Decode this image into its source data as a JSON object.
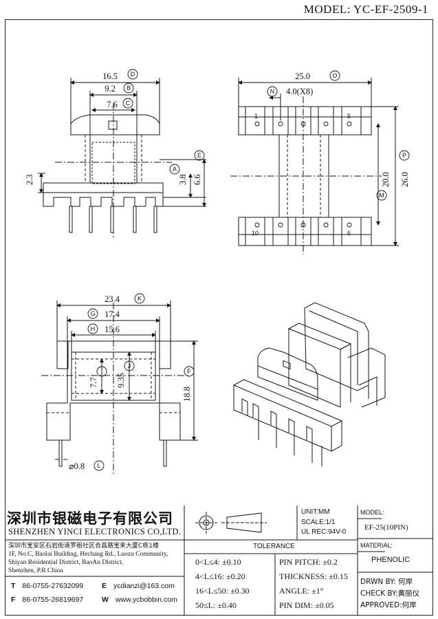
{
  "header": {
    "model_title": "MODEL: YC-EF-2509-1"
  },
  "dimensions": {
    "d_d": "16.5",
    "d_b": "9.2",
    "d_c": "7.6",
    "d_a": "3.8",
    "d_e": "6.6",
    "d_23": "2.3",
    "d_o": "25.0",
    "d_n": "4.0(X8)",
    "d_p": "26.0",
    "d_m": "20.0",
    "d_k": "23.4",
    "d_g": "17.4",
    "d_h": "15.6",
    "d_i": "7.7",
    "d_j": "9.35",
    "d_f": "18.8",
    "d_l": "⌀0.8"
  },
  "markers": {
    "A": "A",
    "B": "B",
    "C": "C",
    "D": "D",
    "E": "E",
    "F": "F",
    "G": "G",
    "H": "H",
    "I": "I",
    "J": "J",
    "K": "K",
    "L": "L",
    "M": "M",
    "N": "N",
    "O": "O",
    "P": "P"
  },
  "pins": {
    "p1": "1",
    "p5": "5",
    "p10": "10",
    "p6": "6"
  },
  "titleblock": {
    "company_cn": "深圳市银磁电子有限公司",
    "company_en": "SHENZHEN YINCI ELECTRONICS CO,LTD.",
    "address": [
      "深圳市宝安区石岩街道罗租社区合昌路宝来大厦C栋1楼",
      "1F, No.C, Baolai Building, Hechang Rd., Luozu Community,",
      "Shiyan Residential District, BaoAn District,",
      "Shenzhen, P.R.China"
    ],
    "tel_letter": "T",
    "tel": "86-0755-27632099",
    "fax_letter": "F",
    "fax": "86-0755-26819697",
    "email_letter": "E",
    "email": "ycdianzi@163.com",
    "web_letter": "W",
    "web": "www.ycbobbin.com",
    "unit": "UNIT:MM",
    "scale": "SCALE:1/1",
    "ul_rec": "UL REC:94V-0",
    "model_label": "MODEL:",
    "model_value": "EF-25(10PIN)",
    "material_label": "MATERIAL:",
    "material_value": "PHENOLIC",
    "tolerance_title": "TOLERANCE",
    "tol_left": [
      "0<L≤4: ±0.10",
      "4<L≤16: ±0.20",
      "16<L≤50: ±0.30",
      "50≤L: ±0.40"
    ],
    "tol_right": [
      "PIN PITCH: ±0.2",
      "THICKNESS: ±0.15",
      "ANGLE: ±1°",
      "PIN DIM: ±0.05"
    ],
    "drwn": "DRWN BY: 何岸",
    "check": "CHECK BY:黄丽仪",
    "approved": "APPROVED:何岸"
  }
}
